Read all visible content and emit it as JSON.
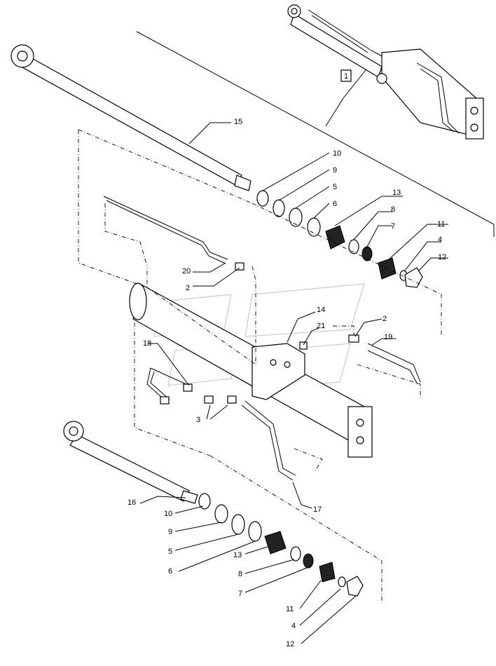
{
  "diagram": {
    "ref_box_label": "1",
    "callouts": {
      "c15": "15",
      "c10a": "10",
      "c9a": "9",
      "c5a": "5",
      "c6a": "6",
      "c13a": "13",
      "c8a": "8",
      "c7a": "7",
      "c11a": "11",
      "c4a": "4",
      "c12a": "12",
      "c20": "20",
      "c2a": "2",
      "c14": "14",
      "c21": "21",
      "c2b": "2",
      "c19": "19",
      "c18": "18",
      "c3": "3",
      "c16": "16",
      "c17": "17",
      "c10b": "10",
      "c9b": "9",
      "c5b": "5",
      "c6b": "6",
      "c13b": "13",
      "c8b": "8",
      "c7b": "7",
      "c11b": "11",
      "c4b": "4",
      "c12b": "12"
    }
  }
}
